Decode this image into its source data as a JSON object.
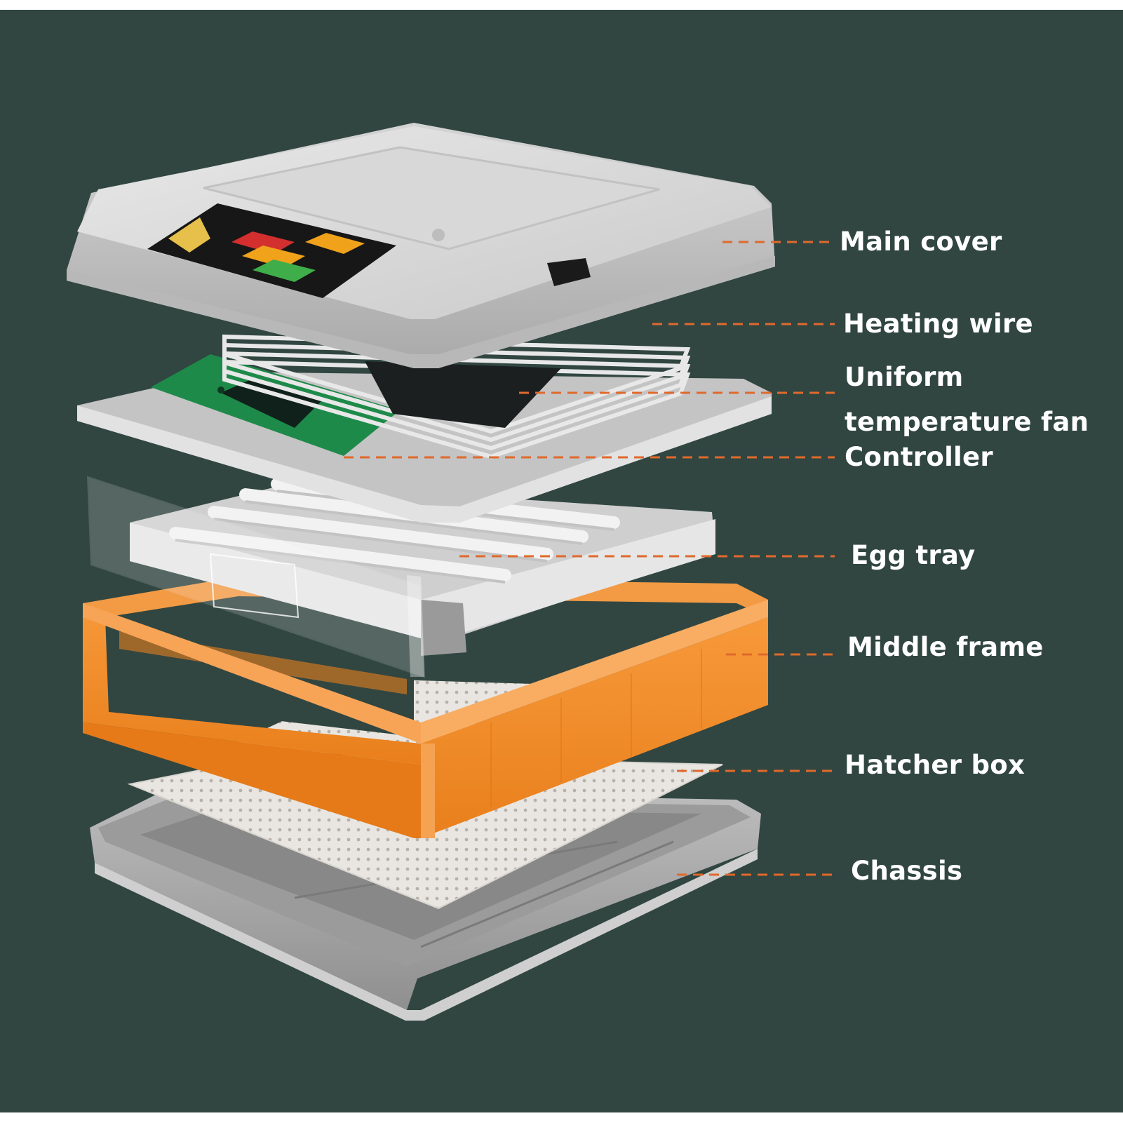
{
  "labels": {
    "main_cover": "Main cover",
    "heating_wire": "Heating wire",
    "fan_line1": "Uniform",
    "fan_line2": "temperature fan",
    "controller": "Controller",
    "egg_tray": "Egg tray",
    "middle_frame": "Middle frame",
    "hatcher_box": "Hatcher box",
    "chassis": "Chassis"
  },
  "colors": {
    "background": "#314641",
    "leader_line": "#E0692C",
    "label_text": "#FFFFFF",
    "middle_frame": "#F28A26",
    "cover": "#D9D9D9",
    "controller_board": "#1E8A4A"
  }
}
